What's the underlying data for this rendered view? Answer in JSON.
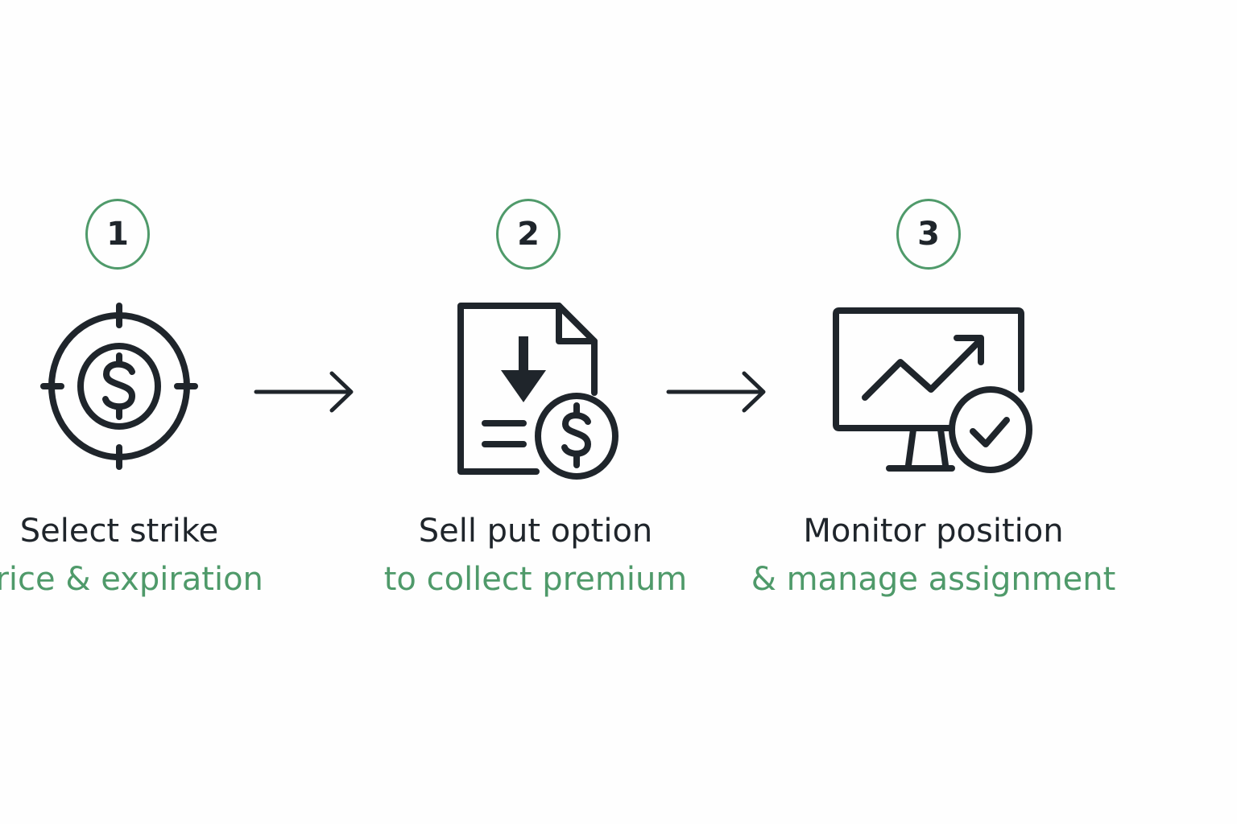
{
  "colors": {
    "accent": "#4f9a6a",
    "ink": "#1f252b",
    "background": "#fefefe"
  },
  "steps": [
    {
      "number": "1",
      "icon": "target-dollar-icon",
      "title": "Select strike",
      "subtitle": "price & expiration"
    },
    {
      "number": "2",
      "icon": "document-dollar-icon",
      "title": "Sell put option",
      "subtitle": "to collect premium"
    },
    {
      "number": "3",
      "icon": "monitor-chart-check-icon",
      "title": "Monitor position",
      "subtitle": "& manage assignment"
    }
  ],
  "connectors": [
    "arrow-right-icon",
    "arrow-right-icon"
  ]
}
